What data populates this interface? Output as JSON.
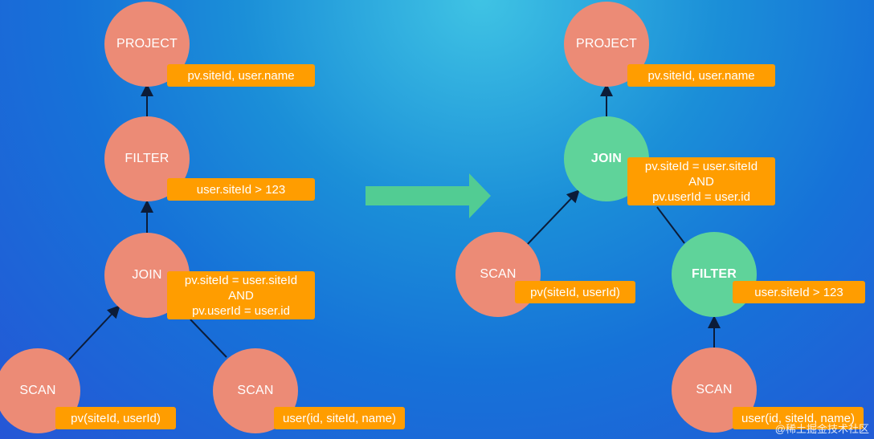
{
  "left_plan": {
    "project": {
      "label": "PROJECT",
      "tag": "pv.siteId, user.name"
    },
    "filter": {
      "label": "FILTER",
      "tag": "user.siteId > 123"
    },
    "join": {
      "label": "JOIN",
      "tag_lines": [
        "pv.siteId = user.siteId",
        "AND",
        "pv.userId = user.id"
      ]
    },
    "scan_left": {
      "label": "SCAN",
      "tag": "pv(siteId, userId)"
    },
    "scan_right": {
      "label": "SCAN",
      "tag": "user(id, siteId, name)"
    }
  },
  "right_plan": {
    "project": {
      "label": "PROJECT",
      "tag": "pv.siteId, user.name"
    },
    "join": {
      "label": "JOIN",
      "tag_lines": [
        "pv.siteId = user.siteId",
        "AND",
        "pv.userId = user.id"
      ]
    },
    "scan_left": {
      "label": "SCAN",
      "tag": "pv(siteId, userId)"
    },
    "filter": {
      "label": "FILTER",
      "tag": "user.siteId > 123"
    },
    "scan_bottom": {
      "label": "SCAN",
      "tag": "user(id, siteId, name)"
    }
  },
  "colors": {
    "node_red": "#ec8b76",
    "node_green": "#5fd39a",
    "tag_orange": "#ff9d00",
    "arrow_green": "#52cc93"
  },
  "watermark": "@稀土掘金技术社区"
}
